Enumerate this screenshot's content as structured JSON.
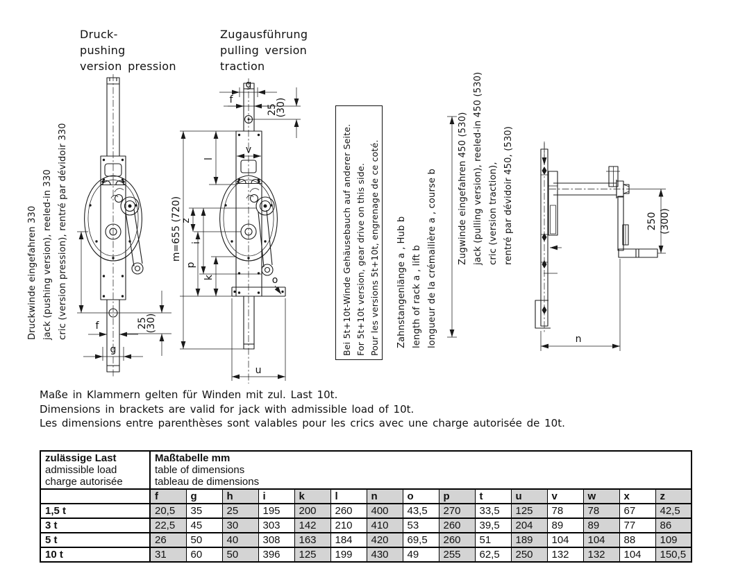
{
  "page": {
    "bg": "#ffffff",
    "ink": "#111111",
    "table_gray": "#d4d4d4"
  },
  "titles": {
    "pushing": [
      "Druck-",
      "pushing",
      "version pression"
    ],
    "pulling": [
      "Zugausführung",
      "pulling version",
      "traction"
    ]
  },
  "captions": {
    "pushing_rotated": [
      "Druckwinde eingefahren 330",
      "jack (pushing version), reeled-in 330",
      "cric (version pression), rentré par dévidoir 330"
    ],
    "gear_note_boxed": [
      "Bei 5t+10t-Winde Gehäusebauch auf anderer Seite.",
      "For 5t+10t version, gear drive on this side.",
      "Pour les versions 5t+10t, engrenage de ce coté."
    ],
    "rack_length_rotated": [
      "Zahnstangenlänge a , Hub b",
      "length of rack a , lift b",
      "longueur de la crémailière a , course b"
    ],
    "pulling_rotated": [
      "Zugwinde eingefahren 450 (530)",
      "jack (pulling version), reeled-in 450 (530)",
      "cric (version traction),",
      "rentré par dévidoir 450, (530)"
    ]
  },
  "notes": [
    "Maße in Klammern gelten für Winden mit zul. Last 10t.",
    "Dimensions in brackets are valid for jack with admissible load of 10t.",
    "Les dimensions entre parenthèses sont valables pour les crics avec une charge autorisée de 10t."
  ],
  "dims": {
    "g_top": "g",
    "f_top": "f",
    "pin_offset_top": "25",
    "pin_offset_top_alt": "(30)",
    "v": "v",
    "l": "l",
    "z": "z",
    "i": "i",
    "m": "m=655 (720)",
    "p": "p",
    "k": "k",
    "o": "o",
    "u": "u",
    "f_bottom": "f",
    "g_bottom": "g",
    "pin_offset_bottom": "25",
    "pin_offset_bottom_alt": "(30)",
    "crank_radius": "250",
    "crank_radius_alt": "(300)",
    "n": "n"
  },
  "table": {
    "load_header": [
      "zulässige Last",
      "admissible load",
      "charge autorisée"
    ],
    "dims_header": [
      "Maßtabelle mm",
      "table of dimensions",
      "tableau de dimensions"
    ],
    "columns": [
      "f",
      "g",
      "h",
      "i",
      "k",
      "l",
      "n",
      "o",
      "p",
      "t",
      "u",
      "v",
      "w",
      "x",
      "z"
    ],
    "rows": [
      {
        "load": "1,5 t",
        "values": [
          "20,5",
          "35",
          "25",
          "195",
          "200",
          "260",
          "400",
          "43,5",
          "270",
          "33,5",
          "125",
          "78",
          "78",
          "67",
          "42,5"
        ]
      },
      {
        "load": "3 t",
        "values": [
          "22,5",
          "45",
          "30",
          "303",
          "142",
          "210",
          "410",
          "53",
          "260",
          "39,5",
          "204",
          "89",
          "89",
          "77",
          "86"
        ]
      },
      {
        "load": "5 t",
        "values": [
          "26",
          "50",
          "40",
          "308",
          "163",
          "184",
          "420",
          "69,5",
          "260",
          "51",
          "189",
          "104",
          "104",
          "88",
          "109"
        ]
      },
      {
        "load": "10 t",
        "values": [
          "31",
          "60",
          "50",
          "396",
          "125",
          "199",
          "430",
          "49",
          "255",
          "62,5",
          "250",
          "132",
          "132",
          "104",
          "150,5"
        ]
      }
    ]
  }
}
